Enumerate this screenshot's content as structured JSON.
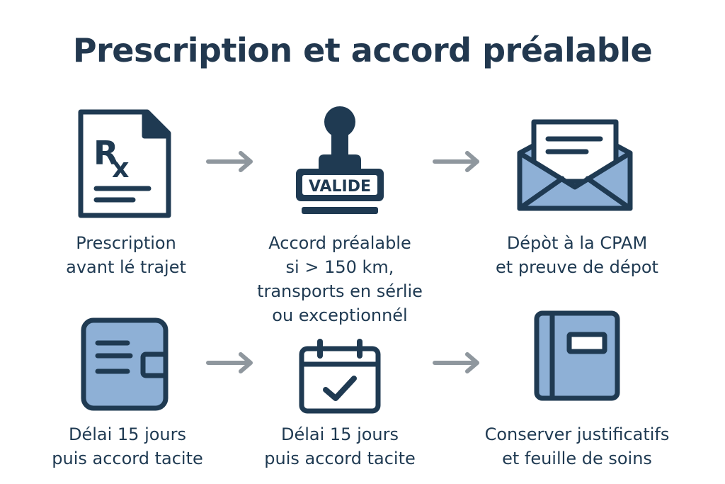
{
  "title": "Prescription et accord préalable",
  "colors": {
    "navy": "#1f3a52",
    "fill": "#8eb0d6",
    "arrow": "#8f979e"
  },
  "steps": [
    {
      "icon": "prescription-rx-icon",
      "lines": [
        "Prescription",
        "avant lé trajet"
      ]
    },
    {
      "icon": "valide-stamp-icon",
      "stamp_text": "VALIDE",
      "lines": [
        "Accord préalable",
        "si > 150 km,",
        "transports en sérlie",
        "ou exceptionnél"
      ]
    },
    {
      "icon": "envelope-letter-icon",
      "lines": [
        "Dépòt à la CPAM",
        "et preuve de dépot"
      ]
    },
    {
      "icon": "wallet-card-icon",
      "lines": [
        "Délai 15 jours",
        "puis accord tacite"
      ]
    },
    {
      "icon": "calendar-check-icon",
      "lines": [
        "Délai 15 jours",
        "puis accord tacite"
      ]
    },
    {
      "icon": "notebook-icon",
      "lines": [
        "Conserver justificatifs",
        "et feuille de soins"
      ]
    }
  ]
}
